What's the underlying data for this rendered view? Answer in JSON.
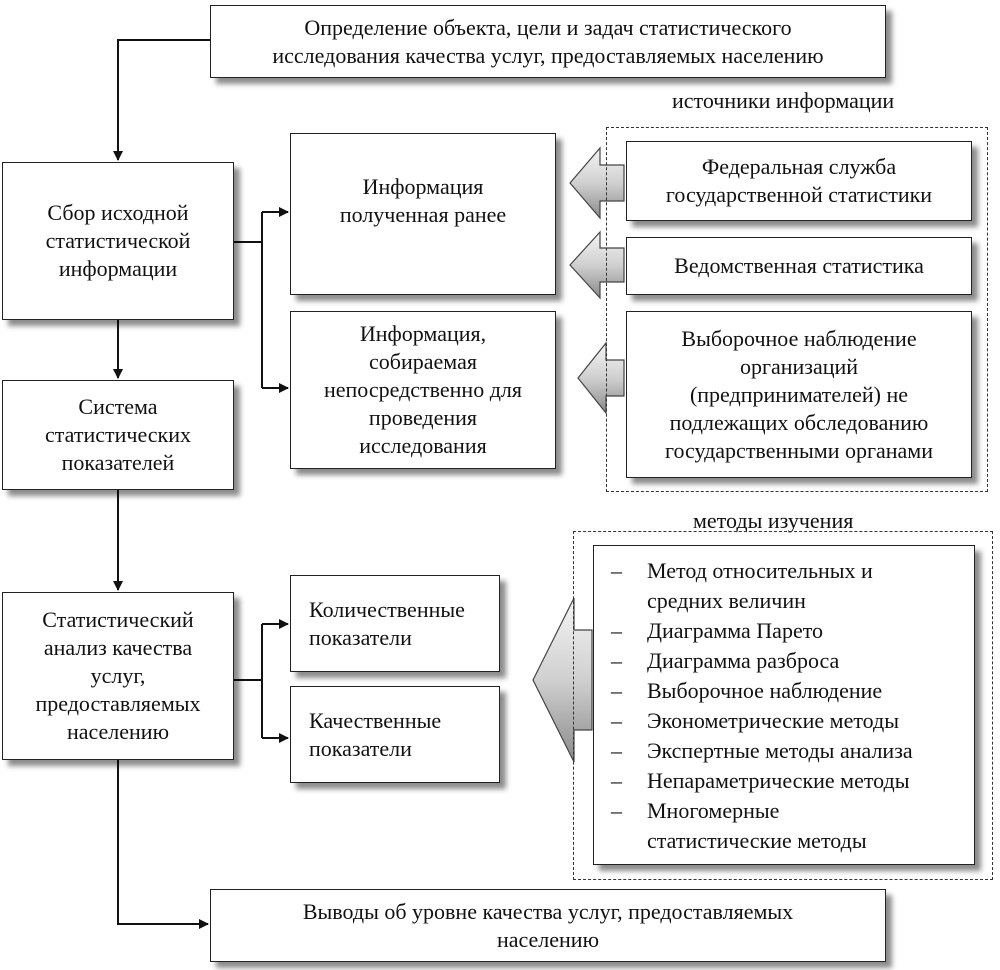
{
  "boxes": {
    "definition": [
      "Определение объекта, цели и задач статистического",
      "исследования качества услуг, предоставляемых населению"
    ],
    "collection": [
      "Сбор исходной",
      "статистической",
      "информации"
    ],
    "system": [
      "Система",
      "статистических",
      "показателей"
    ],
    "analysis": [
      "Статистический",
      "анализ качества",
      "услуг,",
      "предоставляемых",
      "населению"
    ],
    "conclusions": [
      "Выводы об уровне качества услуг, предоставляемых",
      "населению"
    ],
    "info_prior": [
      "Информация",
      "полученная ранее"
    ],
    "info_direct": [
      "Информация,",
      "собираемая",
      "непосредственно для",
      "проведения",
      "исследования"
    ],
    "quantitative": [
      "Количественные",
      "показатели"
    ],
    "qualitative": [
      "Качественные",
      "показатели"
    ]
  },
  "sources": {
    "caption": "источники информации",
    "items": [
      [
        "Федеральная служба",
        "государственной статистики"
      ],
      [
        "Ведомственная статистика"
      ],
      [
        "Выборочное наблюдение",
        "организаций",
        "(предпринимателей) не",
        "подлежащих обследованию",
        "государственными  органами"
      ]
    ]
  },
  "methods": {
    "caption": "методы изучения",
    "dash": "–",
    "items": [
      [
        "Метод относительных и",
        "средних величин"
      ],
      [
        "Диаграмма Парето"
      ],
      [
        "Диаграмма разброса"
      ],
      [
        "Выборочное наблюдение"
      ],
      [
        "Эконометрические методы"
      ],
      [
        "Экспертные методы анализа"
      ],
      [
        "Непараметрические методы"
      ],
      [
        "Многомерные",
        "статистические методы"
      ]
    ]
  }
}
